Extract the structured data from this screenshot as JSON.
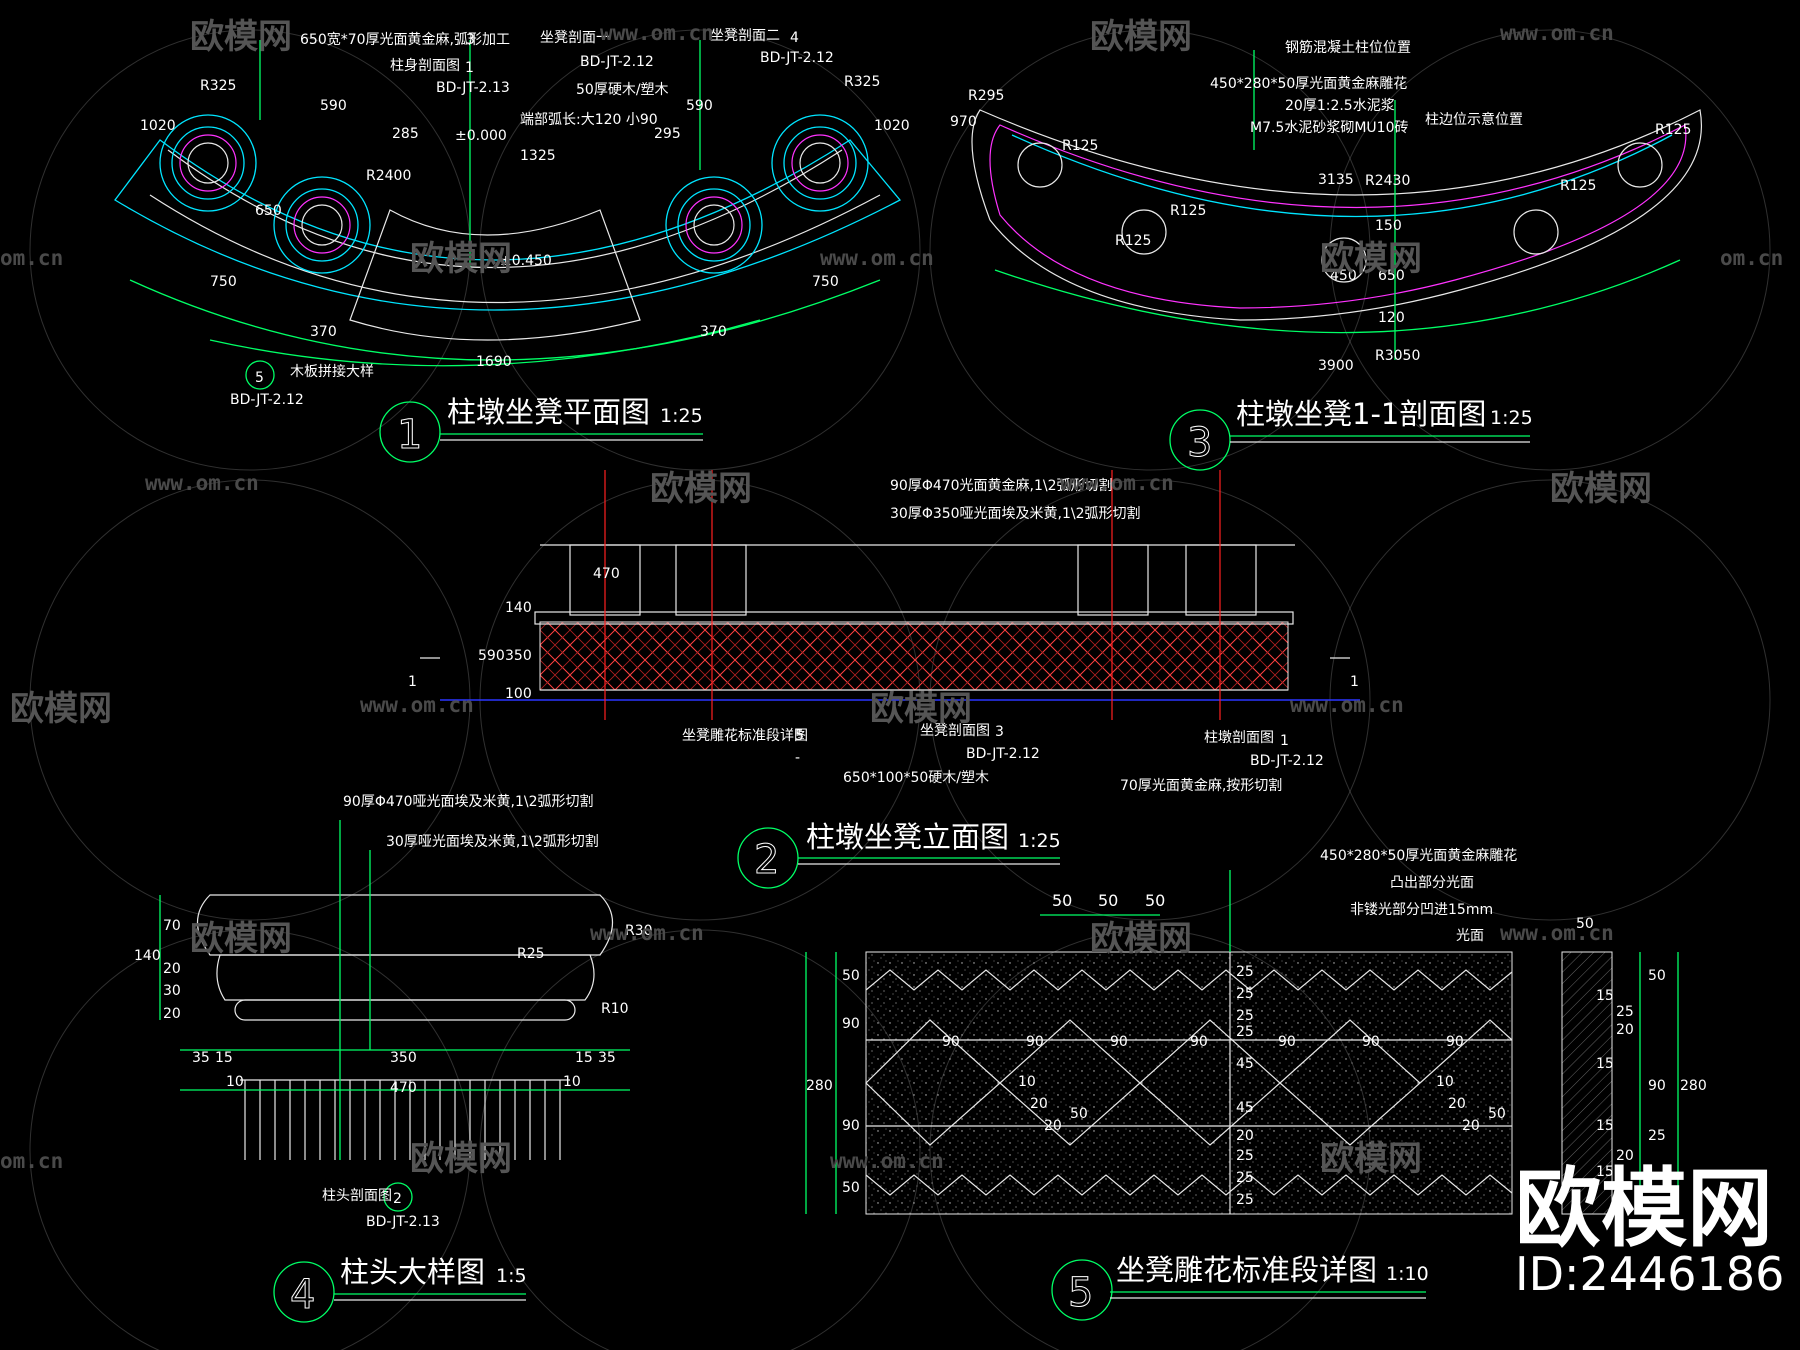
{
  "watermark": {
    "brand": "欧模网",
    "url": "www.om.cn",
    "url_short": "om.cn"
  },
  "brand_logo": {
    "text": "欧模网",
    "id_text": "ID:2446186"
  },
  "titles": [
    {
      "number": "1",
      "title": "柱墩坐凳平面图",
      "scale": "1:25"
    },
    {
      "number": "3",
      "title": "柱墩坐凳1-1剖面图",
      "scale": "1:25"
    },
    {
      "number": "2",
      "title": "柱墩坐凳立面图",
      "scale": "1:25"
    },
    {
      "number": "4",
      "title": "柱头大样图",
      "scale": "1:5"
    },
    {
      "number": "5",
      "title": "坐凳雕花标准段详图",
      "scale": "1:10"
    }
  ],
  "plan": {
    "notes": [
      "650宽*70厚光面黄金麻,弧形加工",
      "柱身剖面图",
      "BD-JT-2.13",
      "坐凳剖面一",
      "BD-JT-2.12",
      "50厚硬木/塑木",
      "端部弧长:大120 小90",
      "坐凳剖面二",
      "BD-JT-2.12",
      "±0.000",
      "±0.450",
      "木板拼接大样",
      "BD-JT-2.12"
    ],
    "callouts": [
      "1",
      "3",
      "4",
      "5"
    ],
    "dims": [
      "R325",
      "1020",
      "650",
      "590",
      "285",
      "R2400",
      "1325",
      "295",
      "590",
      "1020",
      "R325",
      "750",
      "370",
      "1690",
      "370",
      "750"
    ]
  },
  "section": {
    "notes": [
      "钢筋混凝土柱位位置",
      "450*280*50厚光面黄金麻雕花",
      "20厚1:2.5水泥浆",
      "M7.5水泥砂浆砌MU10砖",
      "柱边位示意位置"
    ],
    "dims": [
      "R295",
      "970",
      "R125",
      "R2430",
      "3135",
      "R125",
      "R125",
      "R125",
      "R125",
      "150",
      "450",
      "650",
      "120",
      "3900",
      "R3050"
    ]
  },
  "elevation": {
    "notes": [
      "90厚Φ470光面黄金麻,1\\2弧形切割",
      "30厚Φ350哑光面埃及米黄,1\\2弧形切割",
      "坐凳雕花标准段详图",
      "坐凳剖面图",
      "BD-JT-2.12",
      "柱墩剖面图",
      "BD-JT-2.12",
      "650*100*50硬木/塑木",
      "70厚光面黄金麻,按形切割"
    ],
    "callouts": [
      "5",
      "3",
      "1",
      "-"
    ],
    "dims": [
      "470",
      "140",
      "590",
      "350",
      "100"
    ],
    "section_marks": [
      "1",
      "1"
    ]
  },
  "capital": {
    "notes": [
      "90厚Φ470哑光面埃及米黄,1\\2弧形切割",
      "30厚哑光面埃及米黄,1\\2弧形切割",
      "柱头剖面图",
      "BD-JT-2.13"
    ],
    "callouts": [
      "2"
    ],
    "dims": [
      "70",
      "140",
      "20",
      "30",
      "20",
      "R30",
      "R25",
      "R10",
      "35",
      "15",
      "350",
      "15",
      "35",
      "10",
      "10",
      "470"
    ]
  },
  "carving": {
    "notes": [
      "450*280*50厚光面黄金麻雕花",
      "凸出部分光面",
      "非镂光部分凹进15mm",
      "光面"
    ],
    "dims_top": [
      "50",
      "50",
      "50"
    ],
    "dims_left": [
      "50",
      "90",
      "280",
      "90",
      "50"
    ],
    "dims_row": [
      "90",
      "90",
      "90",
      "90",
      "90",
      "90",
      "90"
    ],
    "dims_mid": [
      "25",
      "25",
      "25",
      "25",
      "45",
      "45",
      "20",
      "25",
      "25",
      "25"
    ],
    "dims_diag": [
      "10",
      "20",
      "20",
      "50",
      "10",
      "20",
      "20",
      "50"
    ],
    "dims_right": [
      "50",
      "15",
      "20",
      "25",
      "15",
      "90",
      "280",
      "15",
      "25",
      "20",
      "15",
      "50"
    ]
  }
}
